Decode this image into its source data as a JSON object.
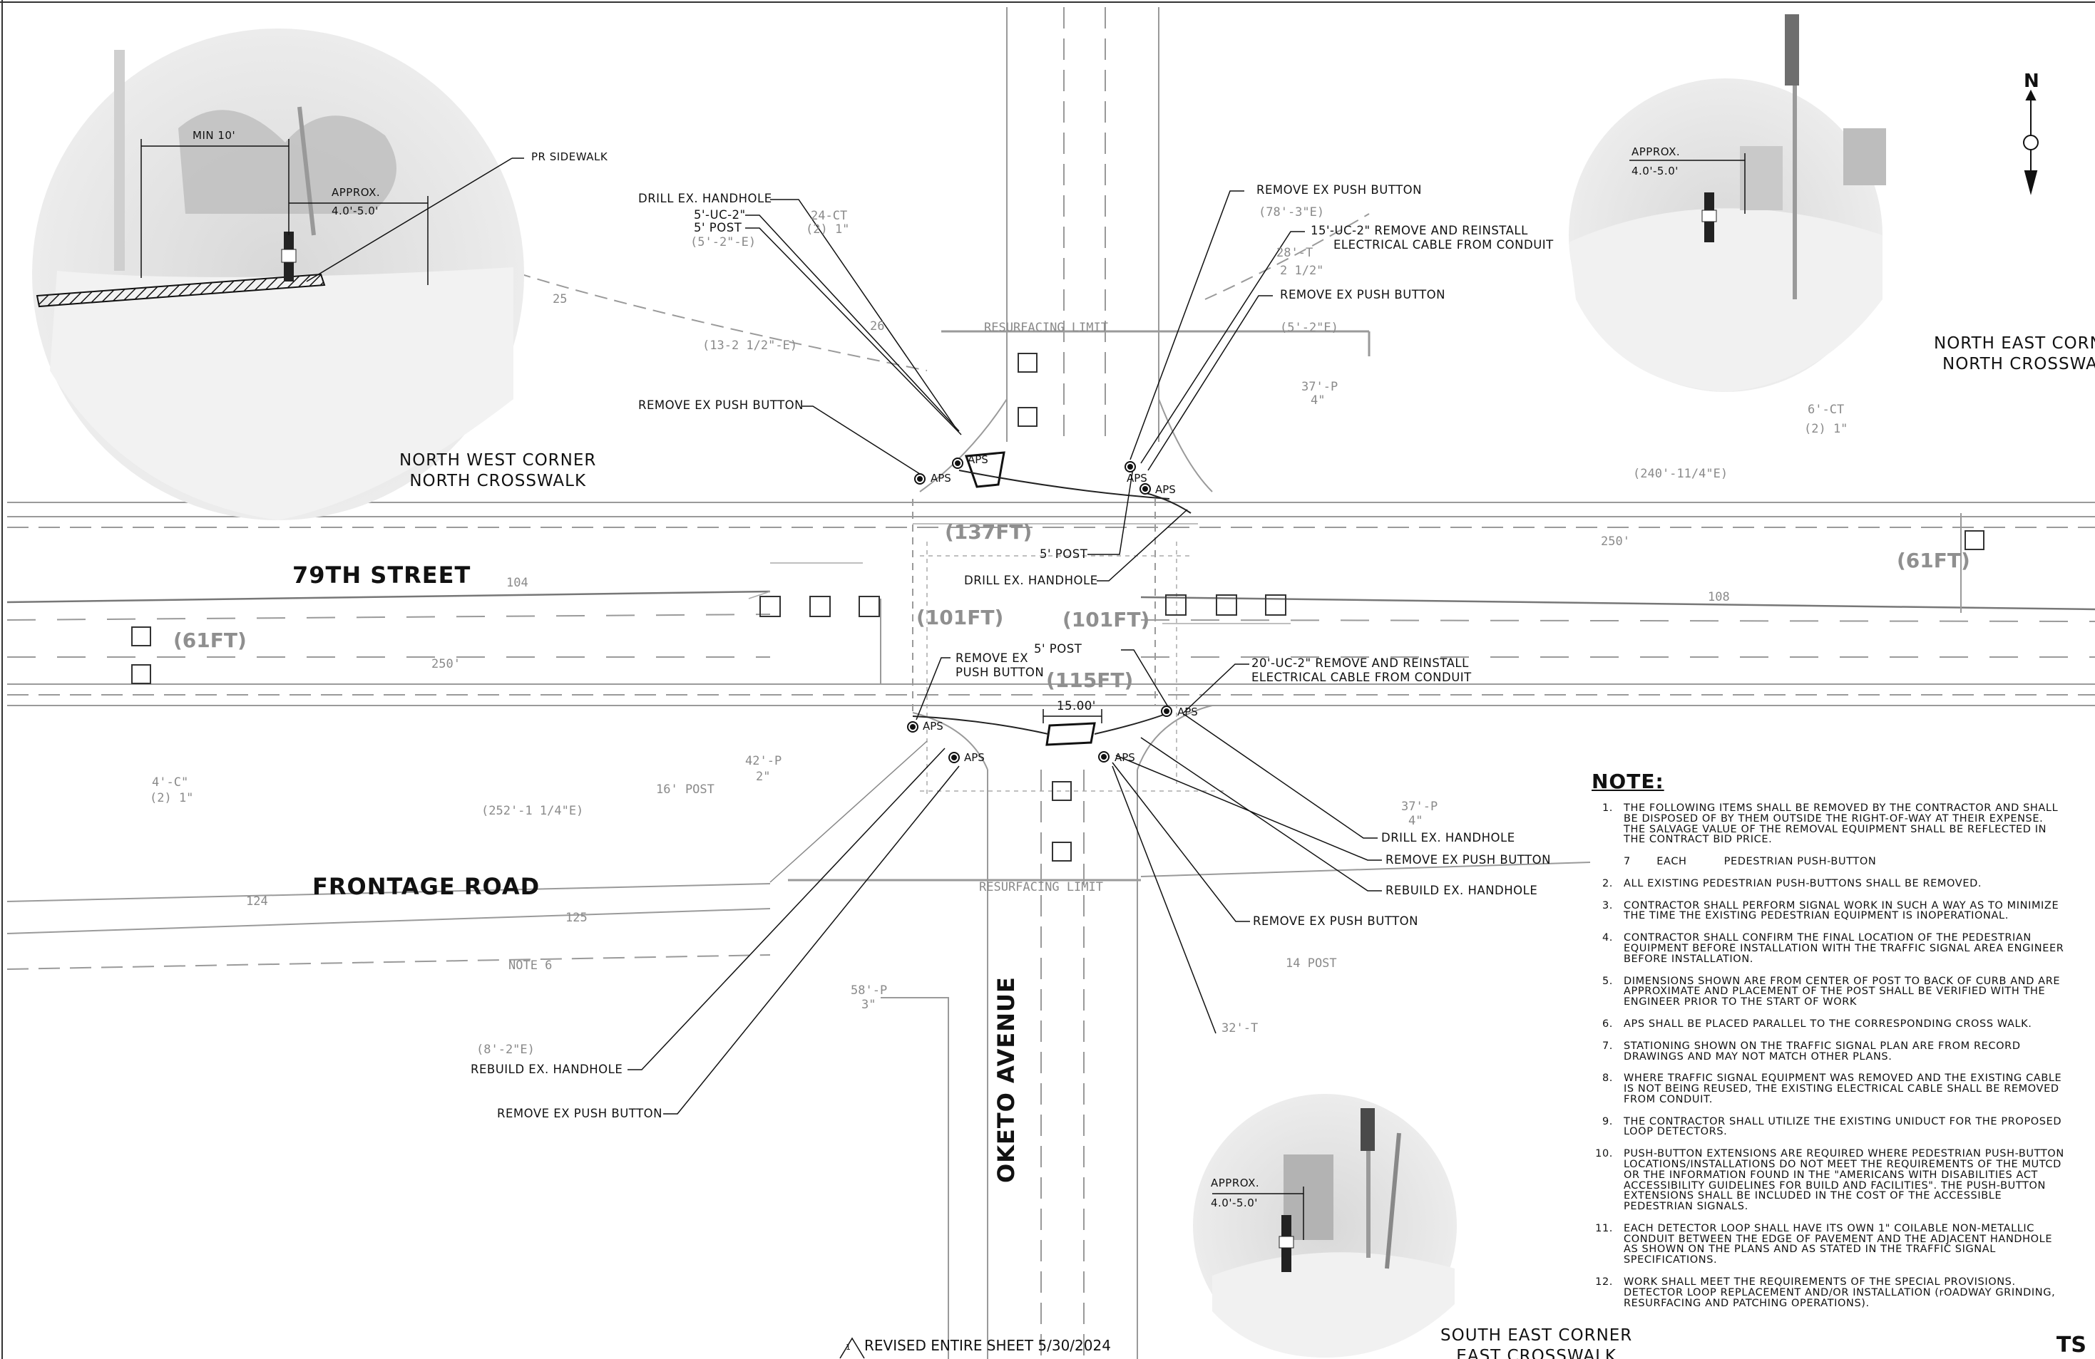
{
  "streets": {
    "street_79": "79TH  STREET",
    "frontage": "FRONTAGE  ROAD",
    "oketo": "OKETO  AVENUE"
  },
  "photos": {
    "nw": {
      "caption_1": "NORTH WEST CORNER",
      "caption_2": "NORTH CROSSWALK",
      "min": "MIN 10'",
      "approx": "APPROX.",
      "approx_val": "4.0'-5.0'",
      "sidewalk": "PR SIDEWALK"
    },
    "ne": {
      "caption_1": "NORTH EAST CORN",
      "caption_2": "NORTH CROSSWA",
      "approx": "APPROX.",
      "approx_val": "4.0'-5.0'"
    },
    "se": {
      "caption_1": "SOUTH EAST CORNER",
      "caption_2": "EAST CROSSWALK",
      "approx": "APPROX.",
      "approx_val": "4.0'-5.0'"
    }
  },
  "callouts": {
    "drill_nw": "DRILL EX. HANDHOLE",
    "uc_nw": "5'-UC-2\"",
    "post_nw": "5' POST",
    "post_nw_dim": "(5'-2\"-E)",
    "remove_pb_nw": "REMOVE EX PUSH BUTTON",
    "remove_pb_ne1": "REMOVE EX PUSH BUTTON",
    "uc_ne_1": "15'-UC-2\" REMOVE AND REINSTALL",
    "uc_ne_2": "ELECTRICAL CABLE FROM CONDUIT",
    "remove_pb_ne2": "REMOVE EX PUSH BUTTON",
    "post_center": "5' POST",
    "drill_center": "DRILL EX. HANDHOLE",
    "remove_sw_1": "REMOVE EX",
    "remove_sw_2": "PUSH BUTTON",
    "post_se_top": "5' POST",
    "uc_se_1": "20'-UC-2\" REMOVE AND REINSTALL",
    "uc_se_2": "ELECTRICAL CABLE FROM CONDUIT",
    "drill_se": "DRILL EX. HANDHOLE",
    "remove_pb_se1": "REMOVE EX PUSH BUTTON",
    "rebuild_se": "REBUILD EX. HANDHOLE",
    "remove_pb_se2": "REMOVE EX PUSH BUTTON",
    "rebuild_sw": "REBUILD EX. HANDHOLE",
    "remove_pb_sw": "REMOVE EX PUSH BUTTON",
    "width_15": "15.00'"
  },
  "aps_label": "APS",
  "dimensions": {
    "ft137": "(137FT)",
    "ft101a": "(101FT)",
    "ft101b": "(101FT)",
    "ft115": "(115FT)",
    "ft61a": "(61FT)",
    "ft61b": "(61FT)"
  },
  "ghost_text": {
    "resurfacing_top": "RESURFACING  LIMIT",
    "resurfacing_bottom": "RESURFACING  LIMIT",
    "ct24": "24-CT",
    "d21": "(2) 1\"",
    "d13": "(13-2 1/2\"-E)",
    "d78": "(78'-3\"E)",
    "d28": "28'-T",
    "d2half": "2  1/2\"",
    "d52": "(5'-2\"E)",
    "p37": "37'-P",
    "p4": "4\"",
    "ct6": "6'-CT",
    "d21b": "(2) 1\"",
    "d240": "(240'-11/4\"E)",
    "n250": "250'",
    "n108": "108",
    "n104": "104",
    "n25": "25",
    "n26": "26",
    "n125": "125",
    "n124": "124",
    "note6": "NOTE 6",
    "post16": "16' POST",
    "d252": "(252'-1 1/4\"E)",
    "p42": "42'-P",
    "p2": "2\"",
    "p58": "58'-P",
    "p3": "3\"",
    "d82": "(8'-2\"E)",
    "c4": "4'-C\"",
    "c21": "(2) 1\"",
    "p37b": "37'-P",
    "p4b": "4\"",
    "post14": "14 POST",
    "n32": "32'-T",
    "n250b": "250'"
  },
  "notes": {
    "title": "NOTE:",
    "items": [
      {
        "num": "1.",
        "text": "THE FOLLOWING ITEMS SHALL BE REMOVED BY THE CONTRACTOR AND SHALL\nBE DISPOSED OF BY THEM OUTSIDE THE RIGHT-OF-WAY AT THEIR EXPENSE.\nTHE SALVAGE VALUE OF THE REMOVAL EQUIPMENT SHALL BE REFLECTED IN\nTHE CONTRACT BID PRICE.",
        "sub": "7       EACH          PEDESTRIAN PUSH-BUTTON"
      },
      {
        "num": "2.",
        "text": "ALL EXISTING PEDESTRIAN PUSH-BUTTONS SHALL BE REMOVED."
      },
      {
        "num": "3.",
        "text": "CONTRACTOR SHALL PERFORM SIGNAL WORK IN SUCH A WAY AS TO MINIMIZE\nTHE TIME THE EXISTING PEDESTRIAN EQUIPMENT IS INOPERATIONAL."
      },
      {
        "num": "4.",
        "text": "CONTRACTOR SHALL CONFIRM THE FINAL LOCATION OF THE PEDESTRIAN\nEQUIPMENT BEFORE INSTALLATION WITH THE TRAFFIC SIGNAL AREA ENGINEER\nBEFORE INSTALLATION."
      },
      {
        "num": "5.",
        "text": "DIMENSIONS SHOWN ARE FROM CENTER OF POST TO BACK OF CURB AND ARE\nAPPROXIMATE AND PLACEMENT OF THE POST SHALL BE VERIFIED WITH THE\nENGINEER PRIOR TO THE START OF WORK"
      },
      {
        "num": "6.",
        "text": "APS SHALL BE PLACED PARALLEL TO THE CORRESPONDING CROSS WALK."
      },
      {
        "num": "7.",
        "text": "STATIONING SHOWN ON THE TRAFFIC SIGNAL PLAN ARE FROM RECORD\nDRAWINGS AND MAY NOT MATCH OTHER PLANS."
      },
      {
        "num": "8.",
        "text": "WHERE TRAFFIC SIGNAL EQUIPMENT WAS REMOVED AND THE EXISTING CABLE\nIS NOT BEING REUSED, THE EXISTING ELECTRICAL CABLE SHALL BE REMOVED\nFROM CONDUIT."
      },
      {
        "num": "9.",
        "text": "THE CONTRACTOR SHALL UTILIZE THE EXISTING UNIDUCT FOR THE PROPOSED\nLOOP DETECTORS."
      },
      {
        "num": "10.",
        "text": "PUSH-BUTTON EXTENSIONS ARE REQUIRED WHERE PEDESTRIAN PUSH-BUTTON\nLOCATIONS/INSTALLATIONS DO NOT MEET THE REQUIREMENTS OF THE MUTCD\nOR THE INFORMATION FOUND IN THE \"AMERICANS WITH DISABILITIES ACT\nACCESSIBILITY GUIDELINES FOR BUILD AND FACILITIES\". THE PUSH-BUTTON\nEXTENSIONS SHALL BE INCLUDED IN THE COST OF THE ACCESSIBLE\nPEDESTRIAN SIGNALS."
      },
      {
        "num": "11.",
        "text": "EACH DETECTOR LOOP SHALL HAVE ITS OWN 1\" COILABLE NON-METALLIC\nCONDUIT BETWEEN THE EDGE OF PAVEMENT AND THE ADJACENT HANDHOLE\nAS SHOWN ON THE PLANS AND AS STATED IN THE TRAFFIC SIGNAL\nSPECIFICATIONS."
      },
      {
        "num": "12.",
        "text": "WORK SHALL MEET THE REQUIREMENTS OF THE SPECIAL PROVISIONS.\nDETECTOR LOOP REPLACEMENT AND/OR INSTALLATION (rOADWAY GRINDING,\nRESURFACING AND PATCHING OPERATIONS)."
      }
    ]
  },
  "north_arrow": "N",
  "revision": "REVISED ENTIRE SHEET 5/30/2024",
  "revision_mark": "1",
  "sheet_id": "TS"
}
